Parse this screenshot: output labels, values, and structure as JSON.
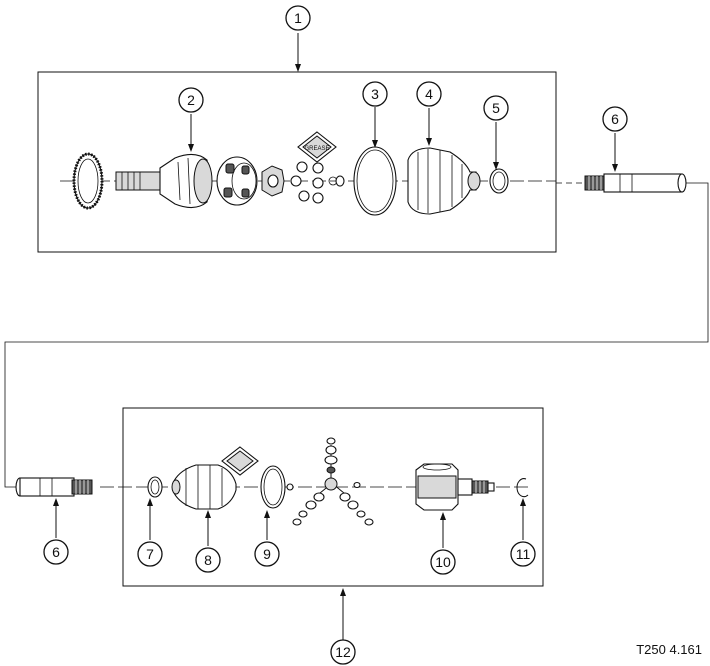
{
  "callouts": {
    "c1": "1",
    "c2": "2",
    "c3": "3",
    "c4": "4",
    "c5": "5",
    "c6a": "6",
    "c6b": "6",
    "c7": "7",
    "c8": "8",
    "c9": "9",
    "c10": "10",
    "c11": "11",
    "c12": "12"
  },
  "figure_id": "T250 4.161",
  "grease_label": "GREASE"
}
